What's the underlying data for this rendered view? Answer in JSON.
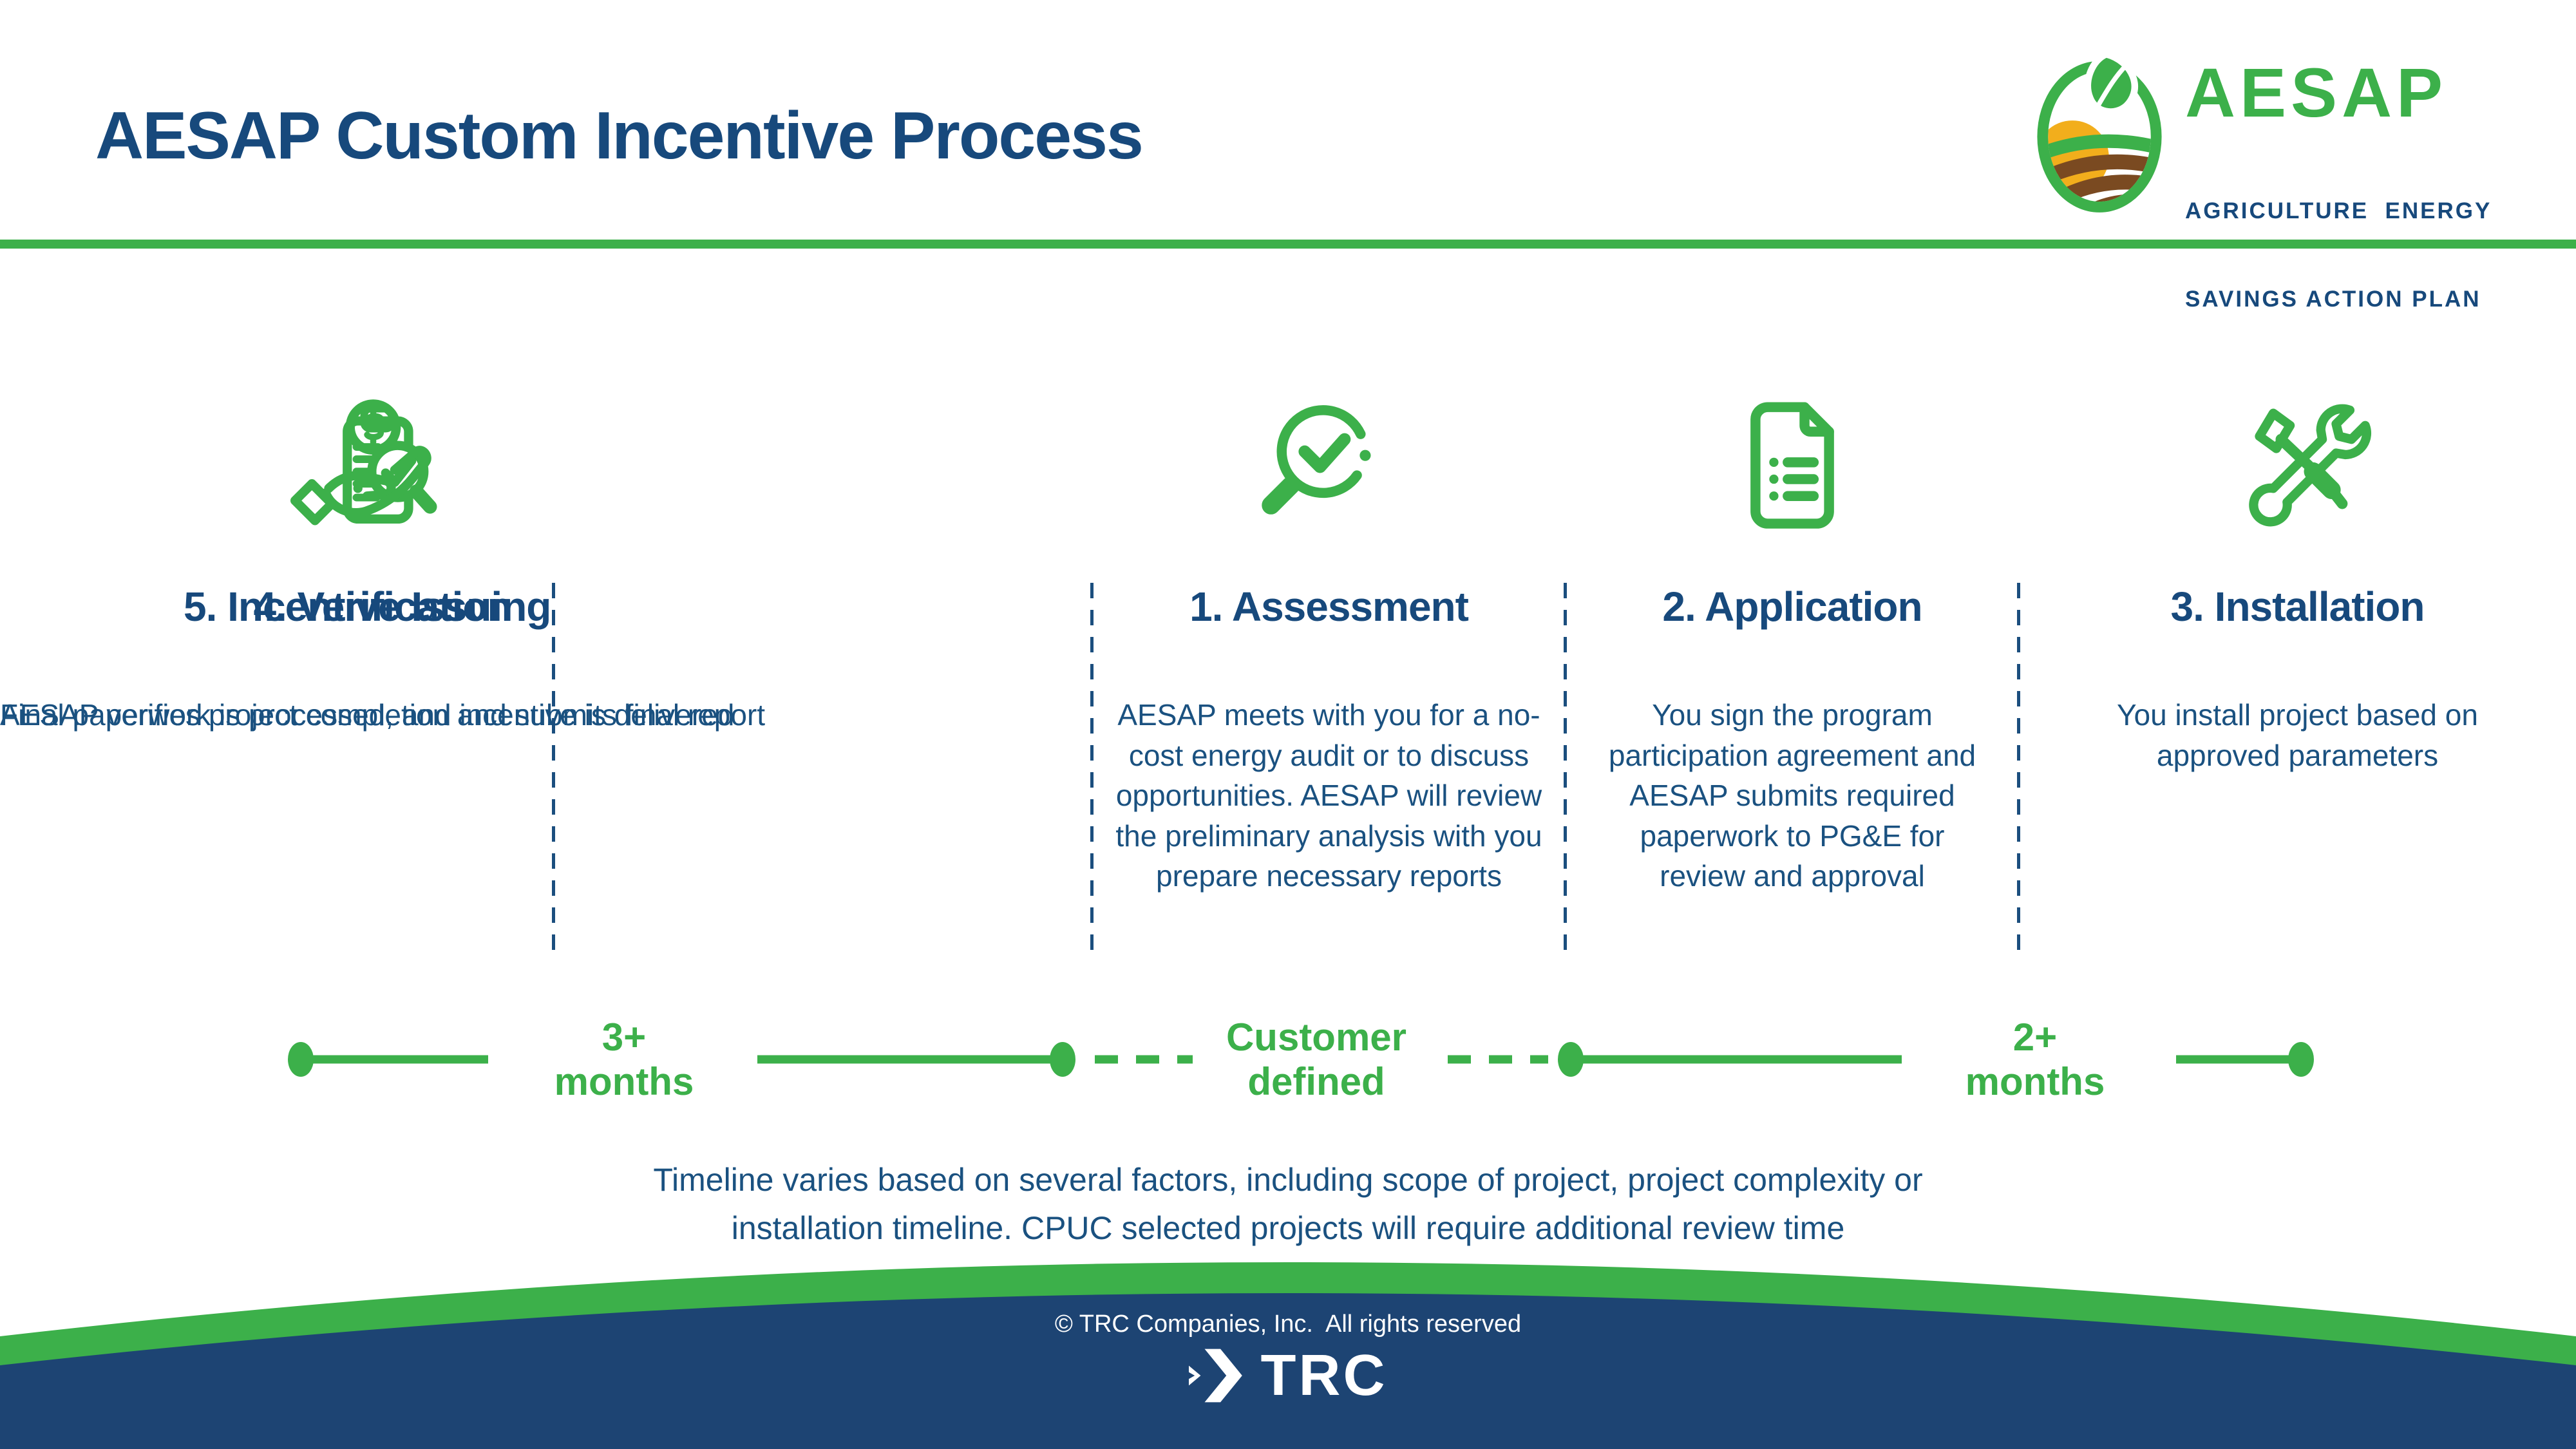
{
  "header": {
    "title": "AESAP Custom Incentive Process"
  },
  "logo": {
    "brand": "AESAP",
    "tagline_line1": "AGRICULTURE  ENERGY",
    "tagline_line2": "SAVINGS ACTION PLAN"
  },
  "steps": [
    {
      "label": "1. Assessment",
      "icon": "magnifier-check-icon",
      "description": "AESAP meets with you for a no-cost energy audit or to discuss opportunities. AESAP will review the preliminary analysis with you prepare necessary reports"
    },
    {
      "label": "2. Application",
      "icon": "document-icon",
      "description": "You sign the program participation agreement and AESAP submits required paperwork to PG&E for review and approval"
    },
    {
      "label": "3. Installation",
      "icon": "tools-icon",
      "description": "You install project based on approved parameters"
    },
    {
      "label": "4. Verification",
      "icon": "clipboard-magnifier-icon",
      "description": "AESAP verifies project completion and submits final report"
    },
    {
      "label": "5. Incentive Issuing",
      "icon": "hand-coin-icon",
      "description": "Final paperwork is processed, and incentive is delivered"
    }
  ],
  "timeline": {
    "segments": [
      {
        "label_line1": "3+",
        "label_line2": "months"
      },
      {
        "label_line1": "Customer",
        "label_line2": "defined"
      },
      {
        "label_line1": "2+",
        "label_line2": "months"
      }
    ]
  },
  "note": {
    "line1": "Timeline varies based on several factors, including scope of project, project complexity or",
    "line2": "installation timeline. CPUC selected projects will require additional review time"
  },
  "footer": {
    "copyright": "© TRC Companies, Inc.  All rights reserved",
    "brand": "TRC"
  },
  "colors": {
    "green": "#3CB04A",
    "navy": "#17497C",
    "body_text_navy": "#1A5180",
    "footer_navy": "#1D4473",
    "sun_yellow": "#F2AE1C",
    "soil_brown": "#7A4A21"
  }
}
